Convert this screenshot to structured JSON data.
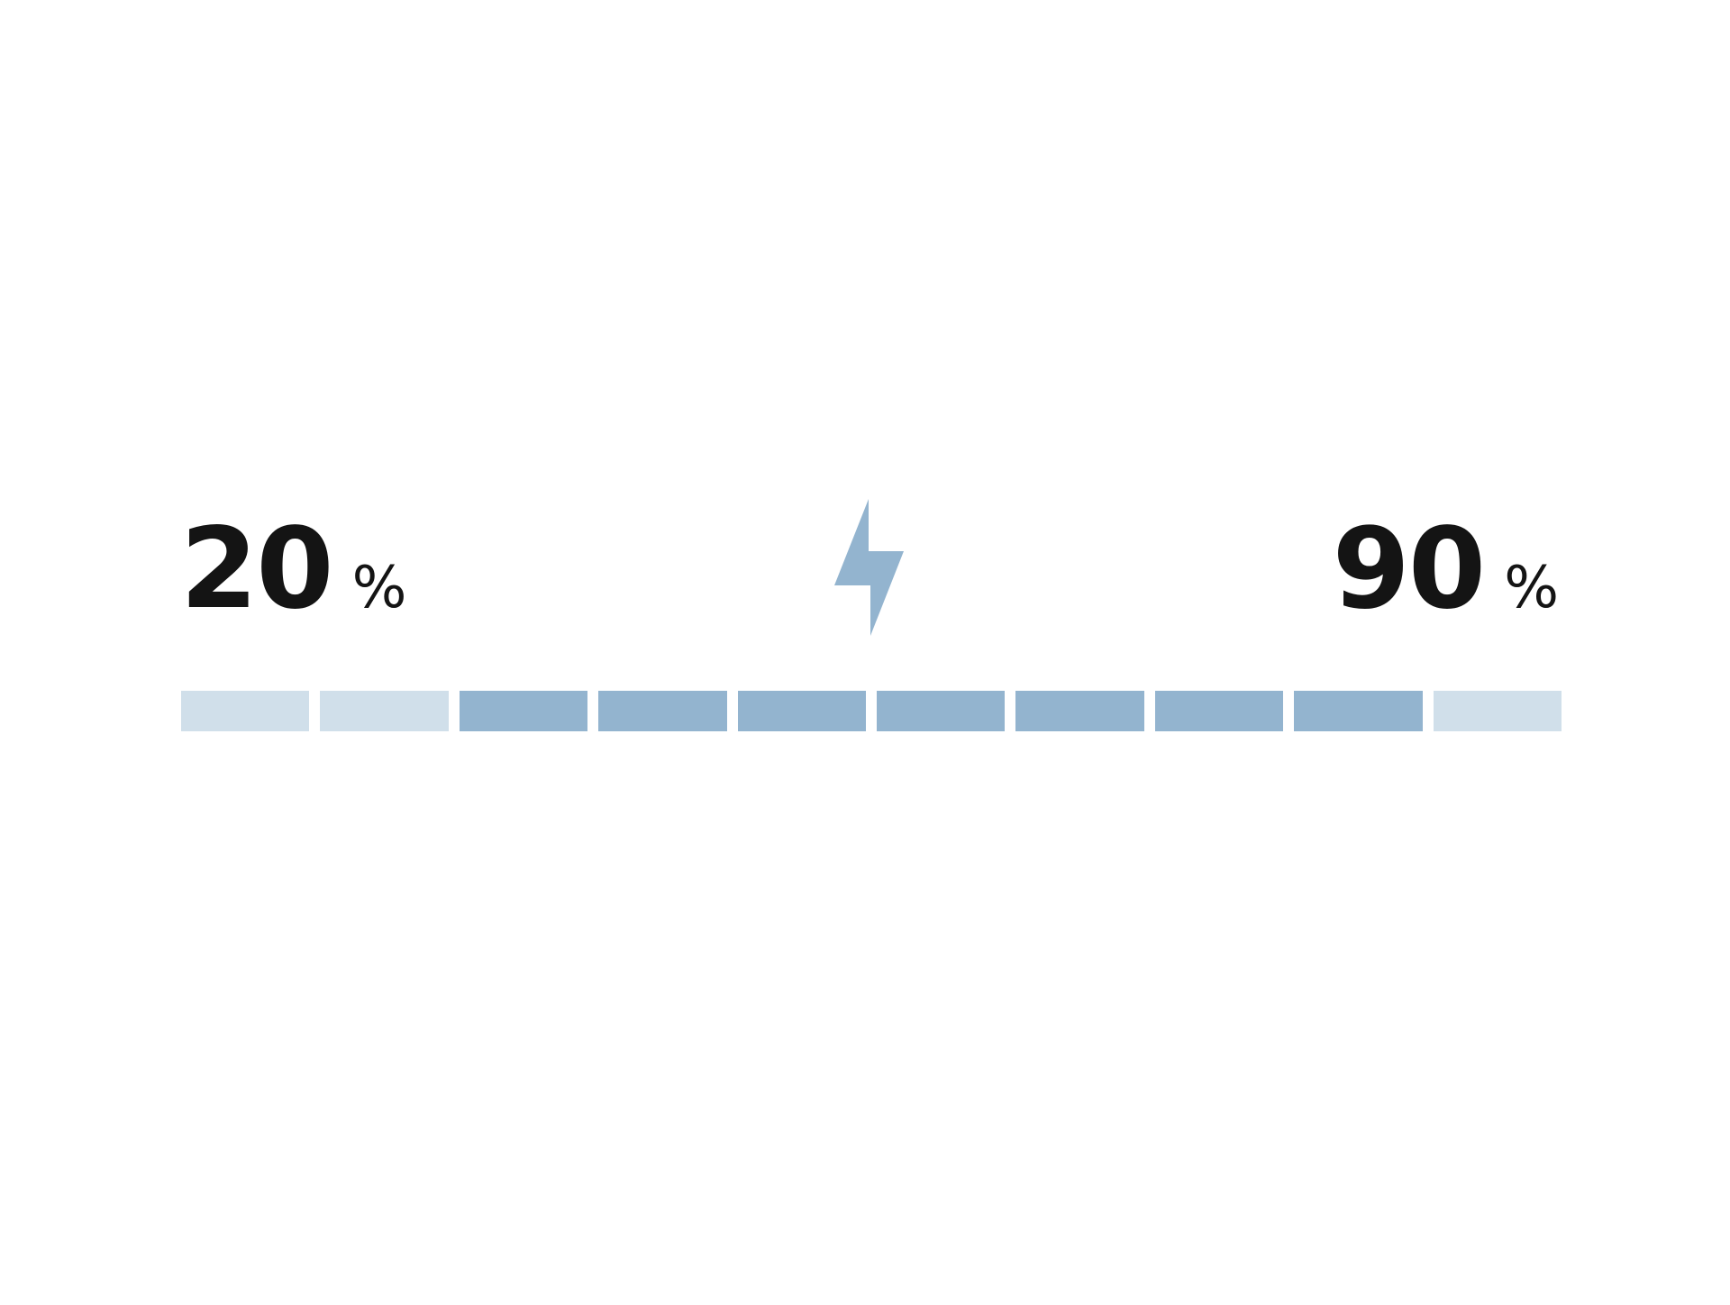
{
  "range": {
    "start": {
      "value": "20",
      "unit": "%"
    },
    "end": {
      "value": "90",
      "unit": "%"
    }
  },
  "icon": {
    "name": "lightning-bolt-icon",
    "color": "#93b4cf"
  },
  "bar": {
    "segments": 10,
    "filled_from": 3,
    "filled_to": 9,
    "fill_fraction_start": 0.2,
    "fill_fraction_end": 0.9,
    "filled_color": "#93b4cf",
    "empty_color": "#d0dfea"
  }
}
